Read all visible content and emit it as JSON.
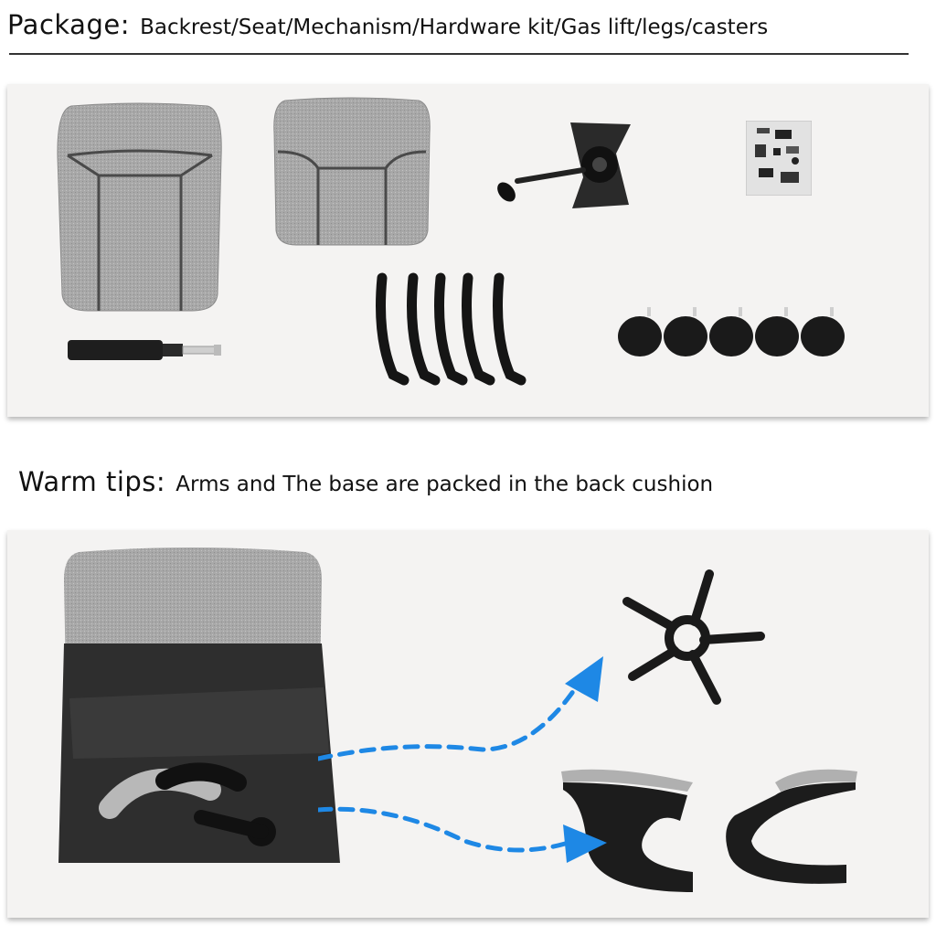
{
  "package": {
    "label": "Package:",
    "contents": "Backrest/Seat/Mechanism/Hardware kit/Gas lift/legs/casters"
  },
  "tips": {
    "label": "Warm tips:",
    "text": "Arms and The base are packed in the back cushion"
  },
  "colors": {
    "fabric": "#a9a9a9",
    "fabric_seam": "#4a4a4a",
    "metal": "#1c1c1c",
    "arrow": "#1e88e5",
    "panel": "#f4f3f2"
  },
  "package_parts": [
    "backrest",
    "seat",
    "mechanism",
    "hardware-kit",
    "gas-lift",
    "legs",
    "casters"
  ],
  "tips_parts": [
    "back-cushion",
    "base",
    "armrests"
  ]
}
